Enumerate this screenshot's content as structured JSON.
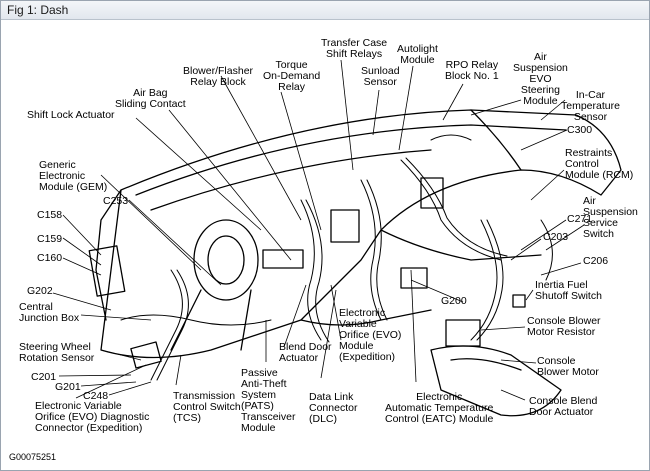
{
  "window": {
    "title": "Fig 1: Dash"
  },
  "figure_code": "G00075251",
  "labels": {
    "transfer_case": "Transfer Case\nShift Relays",
    "autolight": "Autolight\nModule",
    "sunload": "Sunload\nSensor",
    "rpo_relay": "RPO Relay\nBlock No. 1",
    "air_susp_evo": "Air\nSuspension\nEVO\nSteering\nModule",
    "blower_flasher": "Blower/Flasher\nRelay Block",
    "torque": "Torque\nOn-Demand\nRelay",
    "air_bag": "Air Bag\nSliding Contact",
    "in_car_temp": "In-Car\nTemperature\nSensor",
    "shift_lock": "Shift Lock Actuator",
    "c300": "C300",
    "rcm": "Restraints\nControl\nModule (RCM)",
    "gem": "Generic\nElectronic\nModule (GEM)",
    "c253": "C253",
    "air_susp_switch": "Air\nSuspension\nService\nSwitch",
    "c271": "C271",
    "c158": "C158",
    "c203": "C203",
    "c159": "C159",
    "c160": "C160",
    "c206": "C206",
    "inertia": "Inertia Fuel\nShutoff Switch",
    "g202": "G202",
    "g200": "G200",
    "cjb": "Central\nJunction Box",
    "cons_blower_res": "Console Blower\nMotor Resistor",
    "swrs": "Steering Wheel\nRotation Sensor",
    "evo_exp": "Electronic\nVariable\nOrifice (EVO)\nModule\n(Expedition)",
    "blend_door": "Blend Door\nActuator",
    "cons_blower_motor": "Console\nBlower Motor",
    "c201": "C201",
    "g201": "G201",
    "pats": "Passive\nAnti-Theft\nSystem\n(PATS)\nTransceiver\nModule",
    "dlc": "Data Link\nConnector\n(DLC)",
    "c248": "C248",
    "tcs": "Transmission\nControl Switch\n(TCS)",
    "eatc": "Electronic\nAutomatic Temperature\nControl (EATC) Module",
    "cons_blend": "Console Blend\nDoor Actuator",
    "evo_diag": "Electronic Variable\nOrifice (EVO) Diagnostic\nConnector (Expedition)"
  }
}
